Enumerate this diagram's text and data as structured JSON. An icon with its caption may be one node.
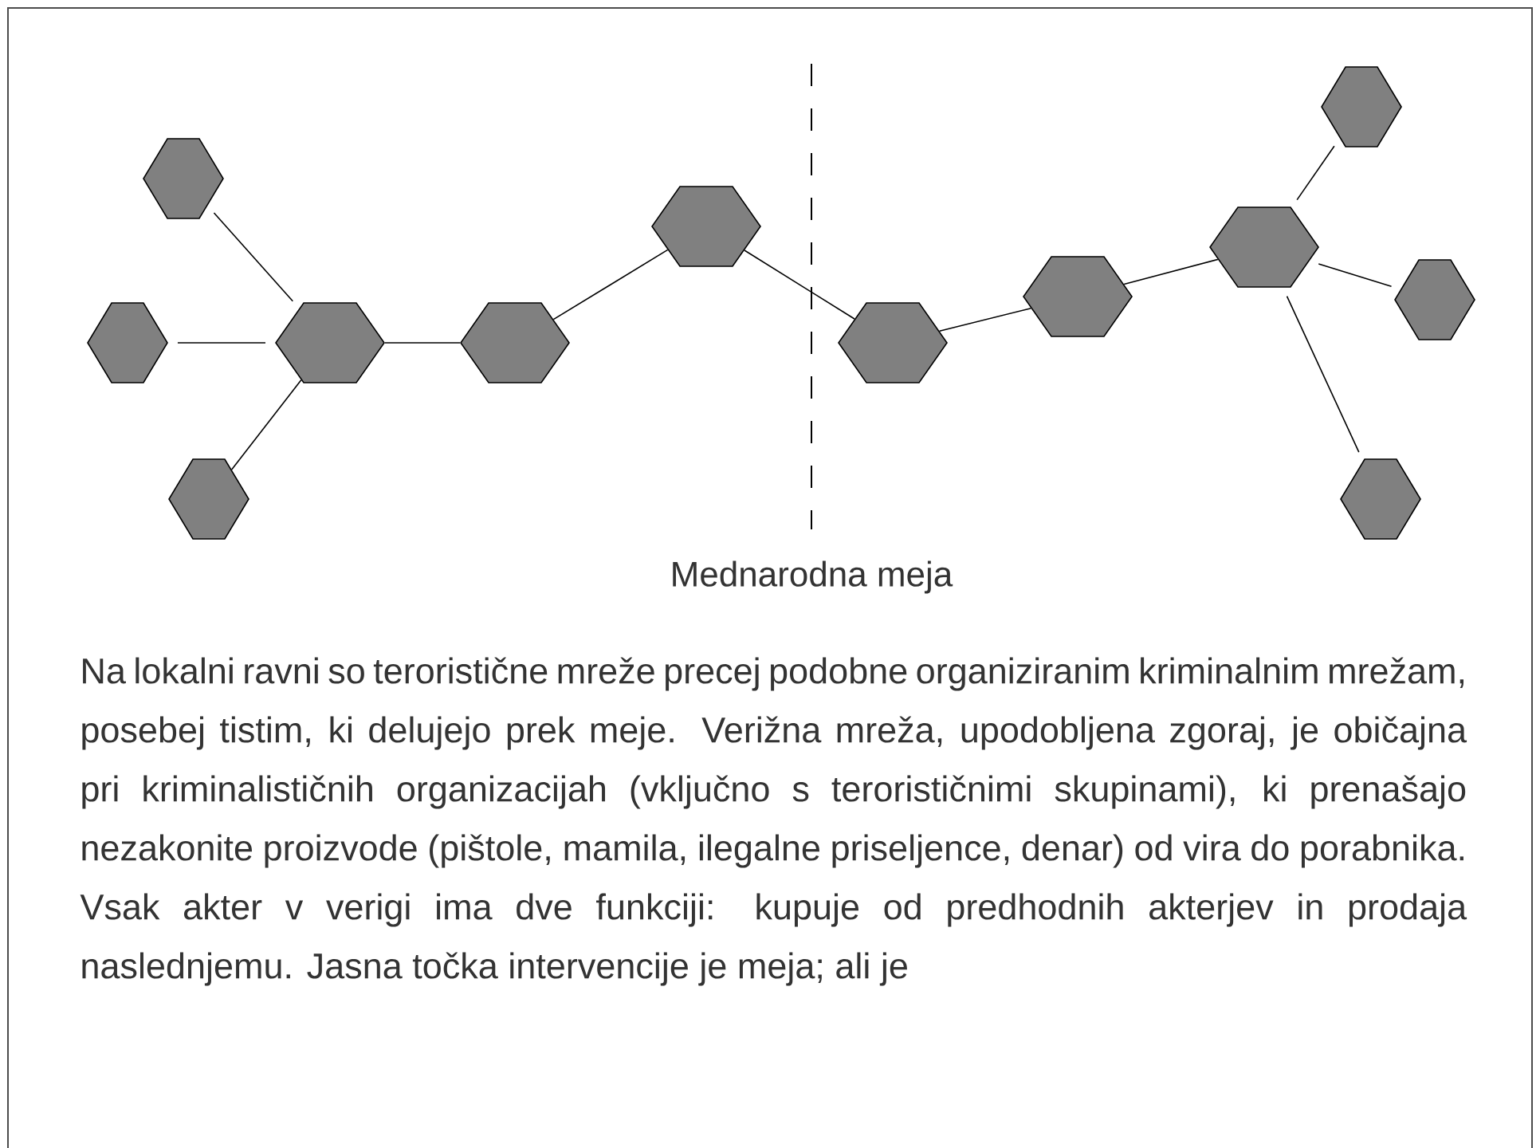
{
  "diagram": {
    "nodes": [
      {
        "text": [],
        "shape": "hexagon"
      },
      {
        "text": [],
        "shape": "hexagon"
      },
      {
        "text": [],
        "shape": "hexagon"
      },
      {
        "text": [],
        "shape": "hexagon"
      },
      {
        "text": [],
        "shape": "hexagon"
      },
      {
        "text": [],
        "shape": "hexagon"
      },
      {
        "text": [],
        "shape": "hexagon"
      },
      {
        "text": [],
        "shape": "hexagon"
      },
      {
        "text": [],
        "shape": "hexagon"
      },
      {
        "text": [],
        "shape": "hexagon"
      },
      {
        "text": [],
        "shape": "hexagon"
      },
      {
        "text": [],
        "shape": "hexagon"
      }
    ],
    "edges": [
      {
        "from": 0,
        "to": 2,
        "arrow": "none"
      },
      {
        "from": 1,
        "to": 2,
        "arrow": "none"
      },
      {
        "from": 10,
        "to": 2,
        "arrow": "none"
      },
      {
        "from": 2,
        "to": 3,
        "arrow": "none"
      },
      {
        "from": 3,
        "to": 4,
        "arrow": "none"
      },
      {
        "from": 4,
        "to": 5,
        "arrow": "none"
      },
      {
        "from": 5,
        "to": 6,
        "arrow": "none"
      },
      {
        "from": 6,
        "to": 7,
        "arrow": "none"
      },
      {
        "from": 7,
        "to": 8,
        "arrow": "none"
      },
      {
        "from": 7,
        "to": 9,
        "arrow": "none"
      },
      {
        "from": 7,
        "to": 11,
        "arrow": "none"
      }
    ],
    "labels": [
      "Mednarodna meja",
      "Na lokalni ravni so teroristične mreže precej podobne organiziranim kriminalnim mrežam, posebej tistim, ki delujejo prek meje. Verižna mreža, upodobljena zgoraj, je običajna pri kriminalističnih organizacijah (vključno s terorističnimi skupinami), ki prenašajo nezakonite proizvode (pištole, mamila, ilegalne priseljence, denar) od vira do porabnika. Vsak akter v verigi ima dve funkciji: kupuje od predhodnih akterjev in prodaja naslednjemu. Jasna točka intervencije je meja; ali je"
    ]
  }
}
